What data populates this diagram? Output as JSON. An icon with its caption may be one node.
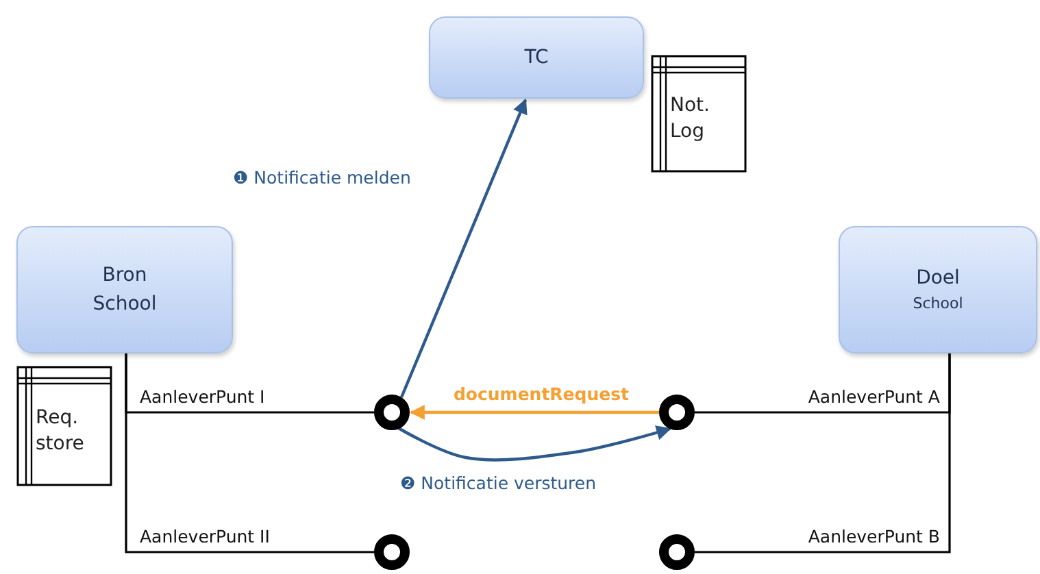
{
  "diagram": {
    "nodes": [
      {
        "text": [
          "TC"
        ]
      },
      {
        "text": [
          "Not. Log"
        ]
      },
      {
        "text": [
          "Bron School"
        ]
      },
      {
        "text": [
          "Req. store"
        ]
      },
      {
        "text": [
          "Doel",
          "School"
        ]
      },
      {
        "text": [],
        "shape": "circle"
      },
      {
        "text": [],
        "shape": "circle"
      },
      {
        "text": [],
        "shape": "circle"
      },
      {
        "text": [],
        "shape": "circle"
      }
    ],
    "edges": [
      {
        "from": 2,
        "to": 5,
        "arrow": "none",
        "label": "AanleverPunt I"
      },
      {
        "from": 2,
        "to": 7,
        "arrow": "none",
        "label": "AanleverPunt II"
      },
      {
        "from": 4,
        "to": 6,
        "arrow": "none",
        "label": "AanleverPunt A"
      },
      {
        "from": 4,
        "to": 8,
        "arrow": "none",
        "label": "AanleverPunt B"
      },
      {
        "from": 5,
        "to": 0,
        "arrow": "to",
        "label": "❶ Notificatie melden",
        "color": "#2e5a8c"
      },
      {
        "from": 6,
        "to": 5,
        "arrow": "to",
        "label": "documentRequest",
        "color": "#f5a033"
      },
      {
        "from": 5,
        "to": 6,
        "arrow": "to",
        "label": "❷ Notificatie versturen",
        "color": "#2e5a8c"
      }
    ]
  }
}
